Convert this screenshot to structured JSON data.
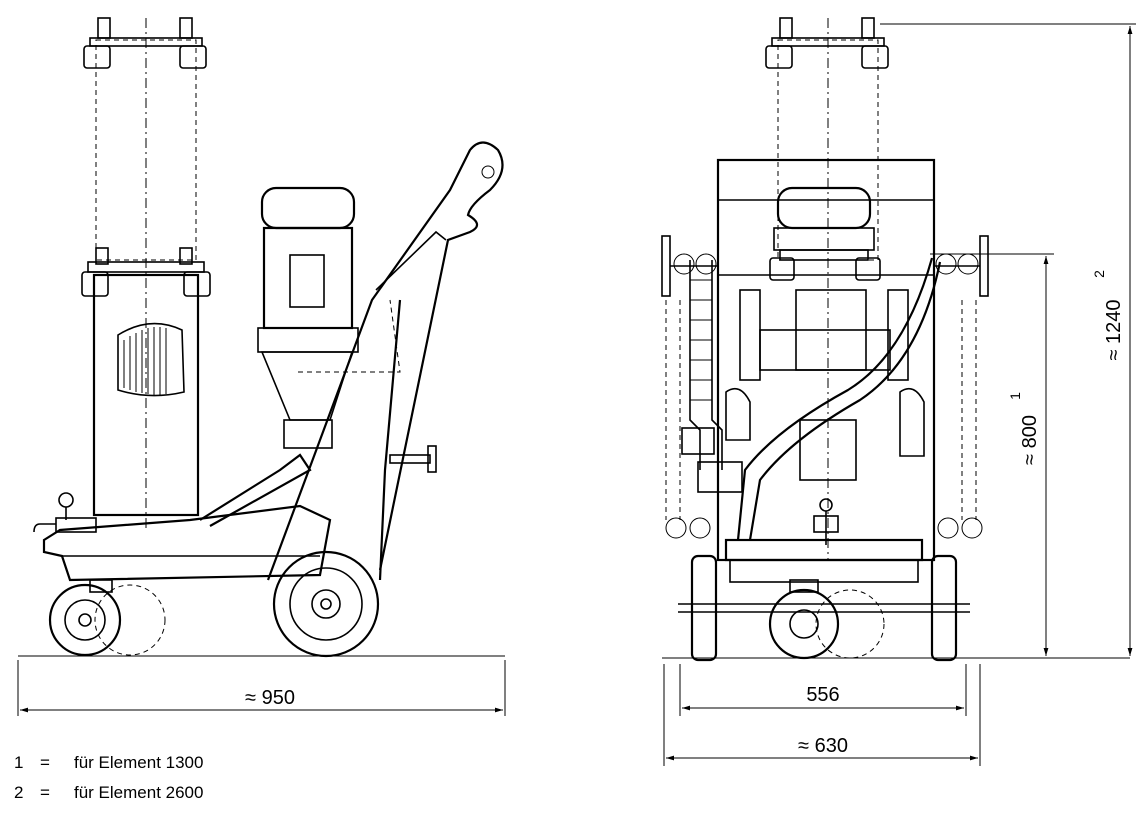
{
  "dimensions": {
    "side_length": "≈ 950",
    "front_inner_width": "556",
    "front_outer_width": "≈ 630",
    "height_short": "≈ 800",
    "height_short_note": "1",
    "height_tall": "≈ 1240",
    "height_tall_note": "2"
  },
  "legend": [
    {
      "num": "1",
      "eq": "=",
      "text": "für Element 1300"
    },
    {
      "num": "2",
      "eq": "=",
      "text": "für Element 2600"
    }
  ]
}
